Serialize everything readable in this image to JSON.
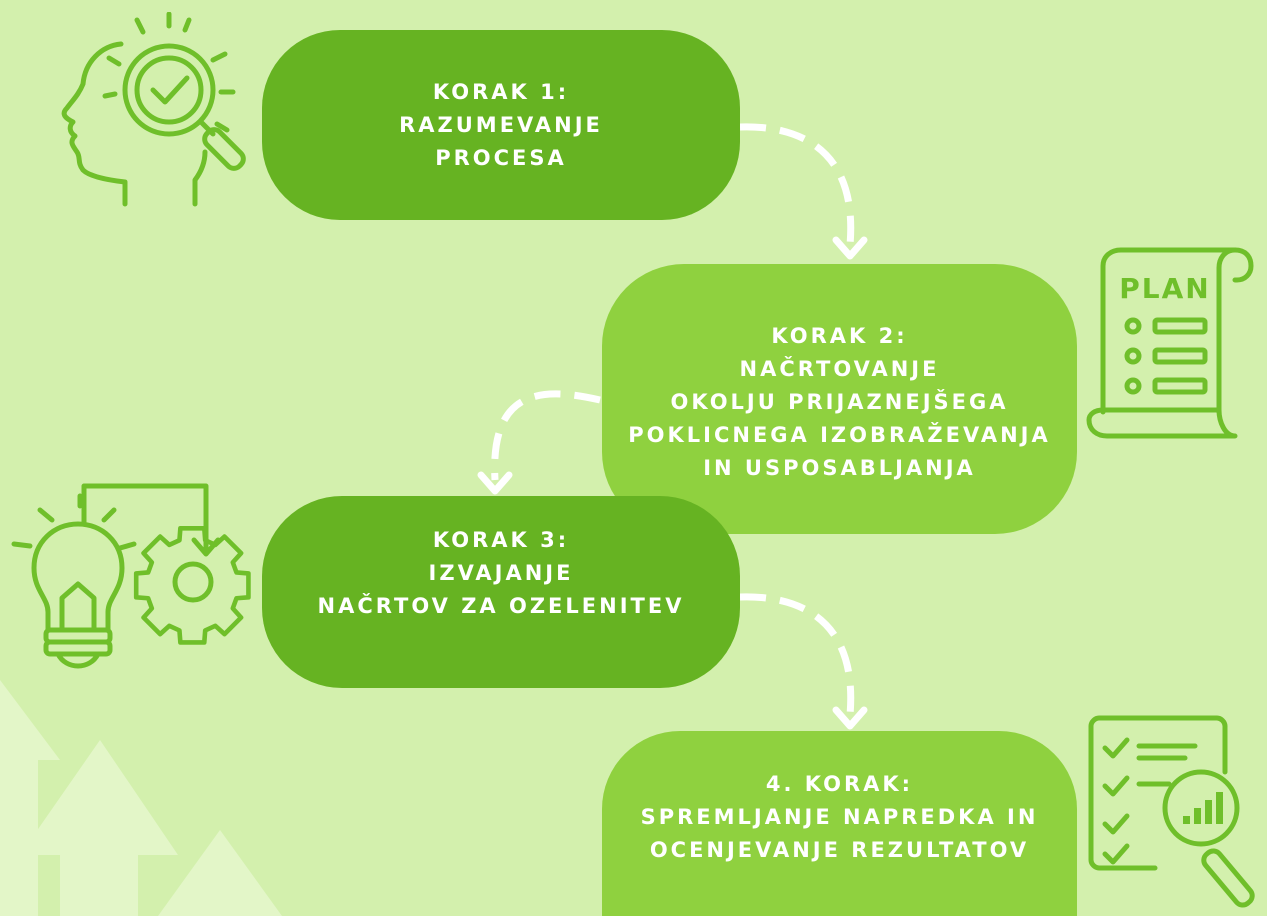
{
  "steps": [
    {
      "lines": [
        "KORAK 1:",
        "RAZUMEVANJE",
        "PROCESA"
      ]
    },
    {
      "lines": [
        "KORAK 2:",
        "NAČRTOVANJE",
        "OKOLJU PRIJAZNEJŠEGA",
        "POKLICNEGA IZOBRAŽEVANJA",
        "IN USPOSABLJANJA"
      ]
    },
    {
      "lines": [
        "KORAK 3:",
        "IZVAJANJE",
        "NAČRTOV ZA OZELENITEV"
      ]
    },
    {
      "lines": [
        "4. KORAK:",
        "SPREMLJANJE NAPREDKA IN",
        "OCENJEVANJE REZULTATOV"
      ]
    }
  ],
  "plan_icon_text": "PLAN",
  "icons": [
    "head-magnifier-check-icon",
    "plan-scroll-icon",
    "lightbulb-gear-icon",
    "checklist-chart-magnifier-icon"
  ],
  "colors": {
    "background": "#d3f0ad",
    "step_dark": "#66b322",
    "step_light": "#8fd13f",
    "icon_stroke": "#6fbf2a",
    "connector": "#ffffff"
  }
}
